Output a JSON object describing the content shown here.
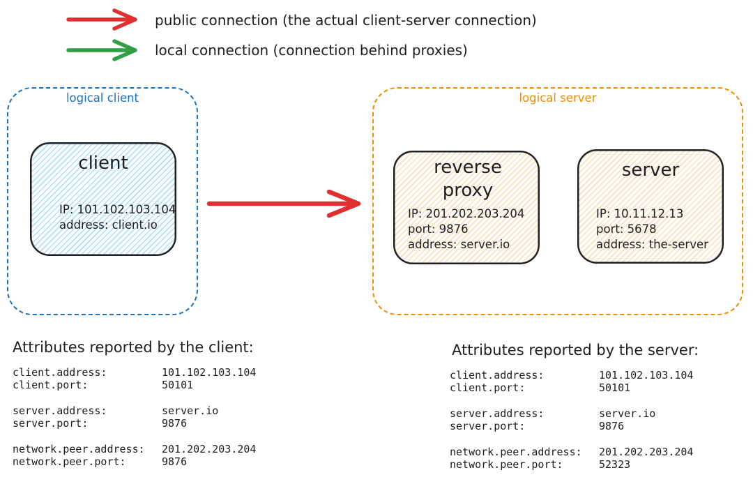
{
  "palette": {
    "public_connection_red": "#e03131",
    "local_connection_green": "#2f9e44",
    "logical_client_blue": "#1971c2",
    "logical_server_orange": "#f08c00",
    "ink": "#1e1e1e",
    "client_node_fill": "#a5d8ff",
    "server_node_fill": "#ffd8a8"
  },
  "legend": {
    "items": [
      {
        "icon": "red-arrow",
        "color": "#e03131",
        "label": "public connection (the actual client-server connection)"
      },
      {
        "icon": "green-arrow",
        "color": "#2f9e44",
        "label": "local connection (connection behind proxies)"
      }
    ]
  },
  "diagram": {
    "logical_client": {
      "label": "logical client",
      "nodes": [
        {
          "title": "client",
          "lines": [
            "IP: 101.102.103.104",
            "address: client.io"
          ]
        }
      ]
    },
    "logical_server": {
      "label": "logical server",
      "nodes": [
        {
          "title": "reverse proxy",
          "lines": [
            "IP: 201.202.203.204",
            "port: 9876",
            "address: server.io"
          ]
        },
        {
          "title": "server",
          "lines": [
            "IP: 10.11.12.13",
            "port: 5678",
            "address: the-server"
          ]
        }
      ]
    },
    "connection": {
      "type": "public connection",
      "color": "#e03131",
      "from": "client",
      "to": "logical server"
    }
  },
  "reports": {
    "client": {
      "heading": "Attributes reported by the client:",
      "groups": [
        [
          {
            "label": "client.address:",
            "value": "101.102.103.104"
          },
          {
            "label": "client.port:",
            "value": "50101"
          }
        ],
        [
          {
            "label": "server.address:",
            "value": "server.io"
          },
          {
            "label": "server.port:",
            "value": "9876"
          }
        ],
        [
          {
            "label": "network.peer.address:",
            "value": "201.202.203.204"
          },
          {
            "label": "network.peer.port:",
            "value": "9876"
          }
        ]
      ]
    },
    "server": {
      "heading": "Attributes reported by the server:",
      "groups": [
        [
          {
            "label": "client.address:",
            "value": "101.102.103.104"
          },
          {
            "label": "client.port:",
            "value": "50101"
          }
        ],
        [
          {
            "label": "server.address:",
            "value": "server.io"
          },
          {
            "label": "server.port:",
            "value": "9876"
          }
        ],
        [
          {
            "label": "network.peer.address:",
            "value": "201.202.203.204"
          },
          {
            "label": "network.peer.port:",
            "value": "52323"
          }
        ]
      ]
    }
  }
}
